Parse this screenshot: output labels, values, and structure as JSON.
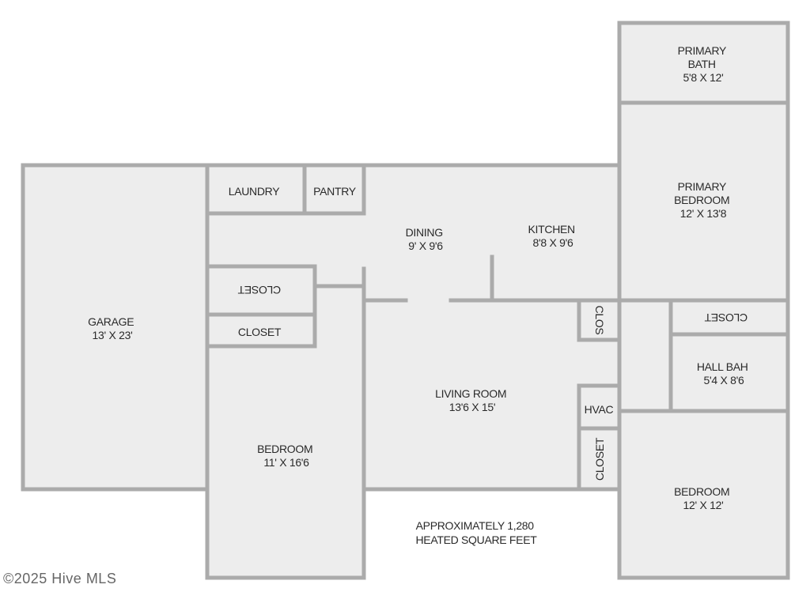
{
  "rooms": {
    "primary_bath": [
      "PRIMARY",
      "BATH",
      "5'8 X 12'"
    ],
    "primary_bedroom": [
      "PRIMARY",
      "BEDROOM",
      "12' X 13'8"
    ],
    "laundry": [
      "LAUNDRY"
    ],
    "pantry": [
      "PANTRY"
    ],
    "dining": [
      "DINING",
      "9' X 9'6"
    ],
    "kitchen": [
      "KITCHEN",
      "8'8 X 9'6"
    ],
    "garage": [
      "GARAGE",
      "13' X 23'"
    ],
    "closet_1": [
      "CLOSET"
    ],
    "closet_2": [
      "CLOSET"
    ],
    "clos": [
      "CLOS"
    ],
    "closet_right": [
      "CLOSET"
    ],
    "hall_bath": [
      "HALL BAH",
      "5'4 X 8'6"
    ],
    "living_room": [
      "LIVING ROOM",
      "13'6 X 15'"
    ],
    "hvac": [
      "HVAC"
    ],
    "closet_vertical": [
      "CLOSET"
    ],
    "bedroom_left": [
      "BEDROOM",
      "11' X 16'6"
    ],
    "bedroom_right": [
      "BEDROOM",
      "12' X 12'"
    ]
  },
  "area_note": [
    "APPROXIMATELY 1,280",
    "HEATED SQUARE FEET"
  ],
  "copyright": "©2025 Hive MLS"
}
